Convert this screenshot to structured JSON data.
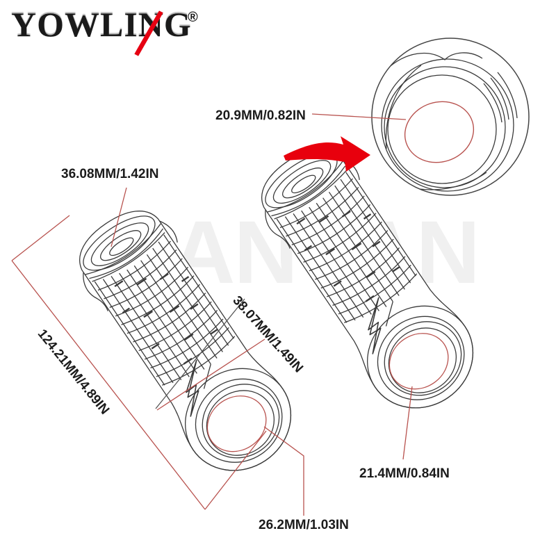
{
  "brand": {
    "name": "YOWLING",
    "registered_mark": "®"
  },
  "watermark": {
    "left": "AN",
    "right": "AN"
  },
  "dimensions": {
    "zoom_end_outer": "20.9MM/0.82IN",
    "left_grip_flange": "36.08MM/1.42IN",
    "left_grip_length": "124.21MM/4.89IN",
    "right_grip_flange": "38.07MM/1.49IN",
    "right_grip_end_inner": "21.4MM/0.84IN",
    "left_grip_end_inner": "26.2MM/1.03IN"
  },
  "colors": {
    "accent_red": "#e8000d",
    "dimension_line_red": "#b8524e",
    "line_art": "#3a3a3a",
    "watermark_gray": "#f0f0f0",
    "label_text": "#1b1b1b",
    "logo_slash_red": "#e60012"
  }
}
